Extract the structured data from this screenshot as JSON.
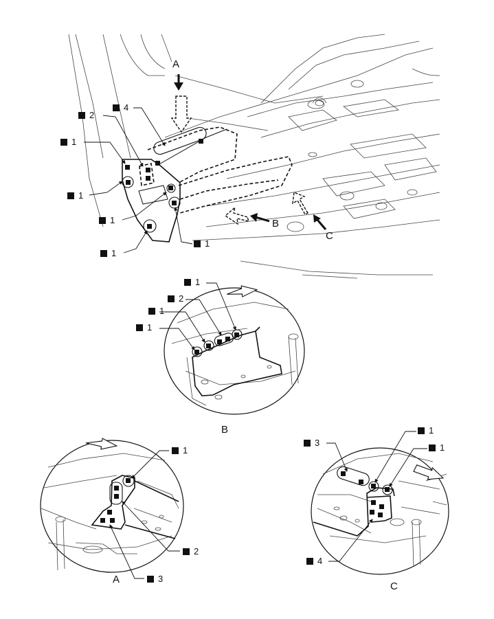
{
  "diagram": {
    "view_letters": {
      "a": "A",
      "b": "B",
      "c": "C"
    },
    "callout_numbers": {
      "one": "1",
      "two": "2",
      "three": "3",
      "four": "4"
    },
    "colors": {
      "line": "#111111",
      "detail": "#444444",
      "fill": "#ffffff"
    }
  }
}
